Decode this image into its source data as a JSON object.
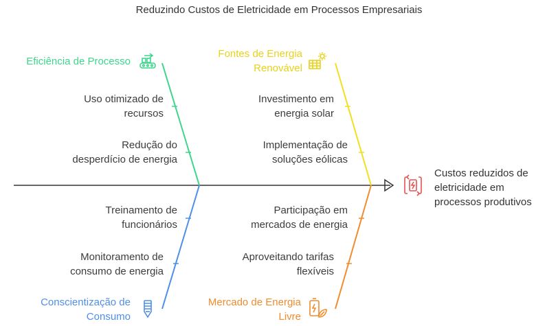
{
  "title": "Reduzindo Custos de Eletricidade em Processos Empresariais",
  "colors": {
    "green": "#3dd68c",
    "yellow": "#f2de22",
    "blue": "#4f8ee8",
    "orange": "#f08c2e",
    "red": "#e5524f",
    "axis": "#333333"
  },
  "outcome": {
    "line1": "Custos reduzidos de",
    "line2": "eletricidade em",
    "line3": "processos produtivos",
    "icon": "cost-reduction-icon"
  },
  "categories": {
    "process": {
      "line1": "Eficiência de Processo",
      "icon": "conveyor-factory-icon",
      "causes": [
        {
          "line1": "Uso otimizado de",
          "line2": "recursos"
        },
        {
          "line1": "Redução do",
          "line2": "desperdício de energia"
        }
      ]
    },
    "renewable": {
      "line1": "Fontes de Energia",
      "line2": "Renovável",
      "icon": "solar-panel-icon",
      "causes": [
        {
          "line1": "Investimento em",
          "line2": "energia solar"
        },
        {
          "line1": "Implementação de",
          "line2": "soluções eólicas"
        }
      ]
    },
    "awareness": {
      "line1": "Conscientização de",
      "line2": "Consumo",
      "icon": "drill-icon",
      "causes": [
        {
          "line1": "Treinamento de",
          "line2": "funcionários"
        },
        {
          "line1": "Monitoramento de",
          "line2": "consumo de energia"
        }
      ]
    },
    "market": {
      "line1": "Mercado de Energia",
      "line2": "Livre",
      "icon": "eco-battery-icon",
      "causes": [
        {
          "line1": "Participação em",
          "line2": "mercados de energia"
        },
        {
          "line1": "Aproveitando tarifas",
          "line2": "flexíveis"
        }
      ]
    }
  }
}
